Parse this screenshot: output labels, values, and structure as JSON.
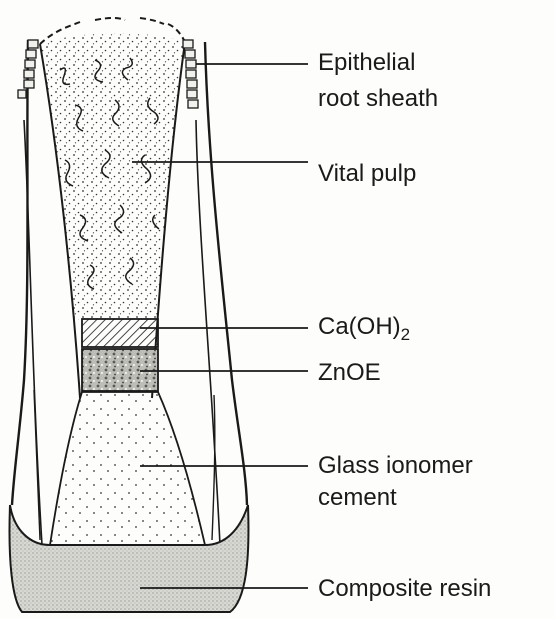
{
  "labels": {
    "epithelial_line1": "Epithelial",
    "epithelial_line2": "root sheath",
    "vital_pulp": "Vital pulp",
    "caoh2_main": "Ca(OH)",
    "caoh2_sub": "2",
    "znoe": "ZnOE",
    "glass_line1": "Glass ionomer",
    "glass_line2": "cement",
    "composite": "Composite resin"
  },
  "colors": {
    "ink": "#1a1a1a",
    "background": "#fdfdfb",
    "stipple": "#333333",
    "composite_fill": "#d6d6d2"
  }
}
